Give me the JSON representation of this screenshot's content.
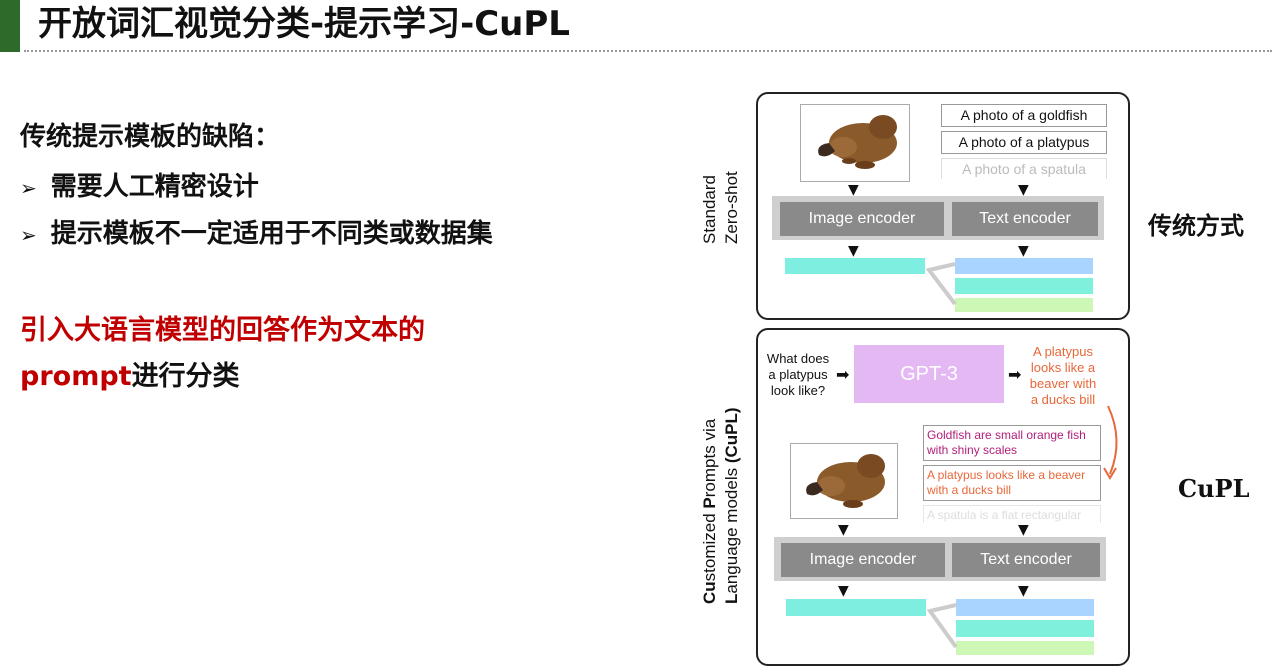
{
  "slide": {
    "title": "开放词汇视觉分类-提示学习-CuPL",
    "heading": "传统提示模板的缺陷：",
    "bullets": [
      "需要人工精密设计",
      "提示模板不一定适用于不同类或数据集"
    ],
    "highlight_line1": "引入大语言模型的回答作为文本的",
    "highlight_line2_red": "prompt",
    "highlight_line2_rest": "进行分类",
    "accent_color": "#c00000",
    "title_bar_color": "#2e6b2a"
  },
  "diagram": {
    "top": {
      "side_label": "传统方式",
      "vertical_label_line1": "Standard",
      "vertical_label_line2": "Zero-shot",
      "prompts": [
        "A photo of a goldfish",
        "A photo of a platypus",
        "A photo of a spatula"
      ],
      "image_encoder": "Image encoder",
      "text_encoder": "Text encoder"
    },
    "bottom": {
      "side_label": "CuPL",
      "vertical_label_line1_bold1": "Cu",
      "vertical_label_line1_rest1": "stomized ",
      "vertical_label_line1_bold2": "P",
      "vertical_label_line1_rest2": "rompts via",
      "vertical_label_line2_bold1": "L",
      "vertical_label_line2_rest": "anguage models ",
      "vertical_label_line2_bold2": "(CuPL)",
      "question": [
        "What does",
        "a platypus",
        "look like?"
      ],
      "gpt_label": "GPT-3",
      "answer": [
        "A platypus",
        "looks like a",
        "beaver with",
        "a ducks bill"
      ],
      "prompts": [
        {
          "text": "Goldfish are small orange fish with shiny scales",
          "color": "#b0207a"
        },
        {
          "text": "A platypus looks like a beaver with a ducks bill",
          "color": "#e8683a"
        },
        {
          "text": "A spatula is a flat rectangular",
          "color": "#dddddd"
        }
      ],
      "image_encoder": "Image encoder",
      "text_encoder": "Text encoder"
    },
    "colors": {
      "image_embedding": "#7eeee0",
      "text_embedding_1": "#a9d4ff",
      "text_embedding_2": "#7ef0dc",
      "text_embedding_3": "#ccf7b5",
      "encoder_bg": "#8a8a8a",
      "gpt_bg": "#e4b8f3",
      "answer_color": "#e8683a"
    }
  }
}
